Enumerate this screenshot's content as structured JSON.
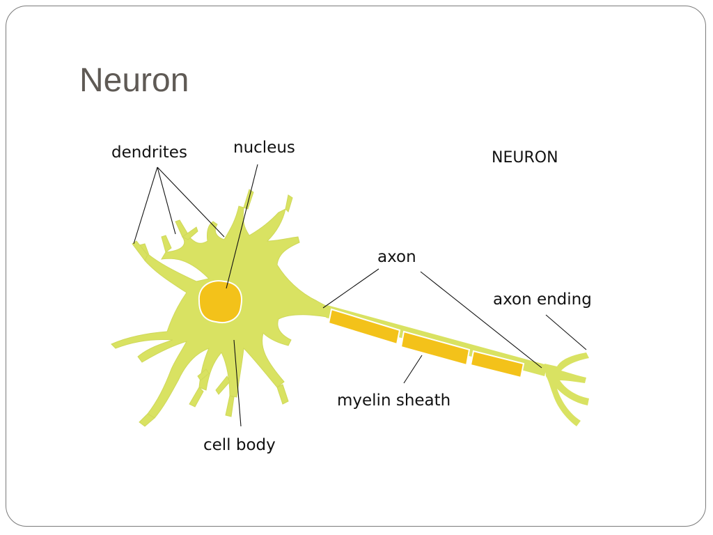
{
  "slide": {
    "title": "Neuron"
  },
  "diagram": {
    "heading": "NEURON",
    "labels": {
      "dendrites": "dendrites",
      "nucleus": "nucleus",
      "axon": "axon",
      "axon_ending": "axon ending",
      "myelin_sheath": "myelin sheath",
      "cell_body": "cell body"
    },
    "colors": {
      "cell": "#d9e262",
      "nucleus": "#f3c21a",
      "myelin": "#f3c21a",
      "frame": "#7a7a7a",
      "title": "#5f5a55"
    }
  }
}
